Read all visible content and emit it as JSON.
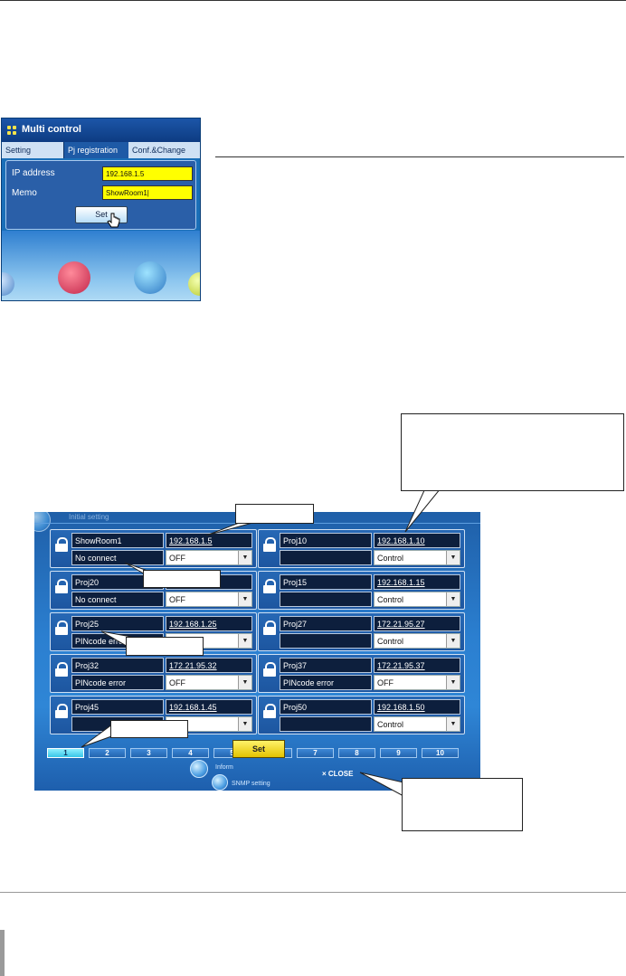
{
  "small_panel": {
    "title": "Multi control",
    "tabs": [
      {
        "label": "Setting"
      },
      {
        "label": "Pj registration"
      },
      {
        "label": "Conf.&Change"
      }
    ],
    "ip_label": "IP address",
    "ip_value": "192.168.1.5",
    "memo_label": "Memo",
    "memo_value": "ShowRoom1|",
    "set_label": "Set"
  },
  "main": {
    "title": "Initial setting",
    "projectors": [
      {
        "name": "ShowRoom1",
        "ip": "192.168.1.5",
        "status": "No connect",
        "mode": "OFF"
      },
      {
        "name": "Proj10",
        "ip": "192.168.1.10",
        "status": "",
        "mode": "Control"
      },
      {
        "name": "Proj20",
        "ip": "",
        "status": "No connect",
        "mode": "OFF"
      },
      {
        "name": "Proj15",
        "ip": "192.168.1.15",
        "status": "",
        "mode": "Control"
      },
      {
        "name": "Proj25",
        "ip": "192.168.1.25",
        "status": "PINcode error",
        "mode": ""
      },
      {
        "name": "Proj27",
        "ip": "172.21.95.27",
        "status": "",
        "mode": "Control"
      },
      {
        "name": "Proj32",
        "ip": "172.21.95.32",
        "status": "PINcode error",
        "mode": "OFF"
      },
      {
        "name": "Proj37",
        "ip": "172.21.95.37",
        "status": "PINcode error",
        "mode": "OFF"
      },
      {
        "name": "Proj45",
        "ip": "192.168.1.45",
        "status": "",
        "mode": "ol"
      },
      {
        "name": "Proj50",
        "ip": "192.168.1.50",
        "status": "",
        "mode": "Control"
      }
    ],
    "pages": [
      "1",
      "2",
      "3",
      "4",
      "5",
      "6",
      "7",
      "8",
      "9",
      "10"
    ],
    "set_label": "Set",
    "close_label": "× CLOSE",
    "info_label": "Inform",
    "snmp_label": "SNMP setting"
  }
}
